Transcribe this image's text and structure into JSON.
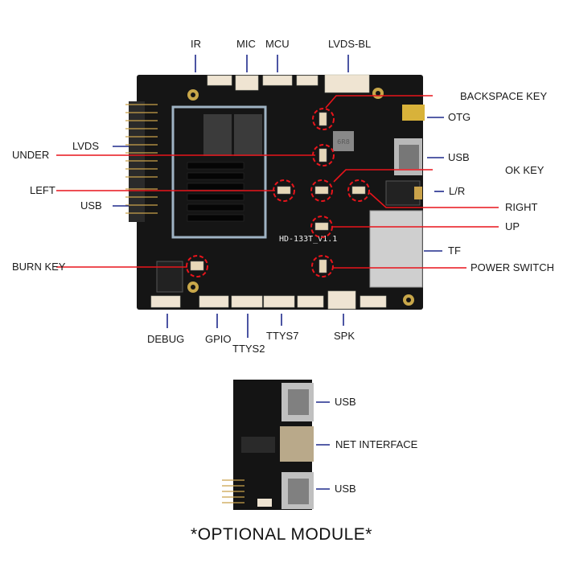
{
  "board": {
    "silkscreen": "HD-133T_V1.1",
    "inductor_marking": "6R8",
    "top_labels": {
      "ir": "IR",
      "mic": "MIC",
      "mcu": "MCU",
      "lvds_bl": "LVDS-BL"
    },
    "left_labels": {
      "under": "UNDER",
      "lvds": "LVDS",
      "left": "LEFT",
      "usb": "USB",
      "burn_key": "BURN KEY"
    },
    "right_labels": {
      "backspace_key": "BACKSPACE KEY",
      "otg": "OTG",
      "usb": "USB",
      "ok_key": "OK KEY",
      "lr": "L/R",
      "right": "RIGHT",
      "up": "UP",
      "tf": "TF",
      "power_switch": "POWER SWITCH"
    },
    "bottom_labels": {
      "debug": "DEBUG",
      "gpio": "GPIO",
      "ttys2": "TTYS2",
      "ttys7": "TTYS7",
      "spk": "SPK"
    }
  },
  "module": {
    "labels": {
      "usb_top": "USB",
      "net_interface": "NET INTERFACE",
      "usb_bottom": "USB"
    },
    "caption": "*OPTIONAL MODULE*"
  },
  "colors": {
    "button_marker": "#e8141b",
    "port_marker": "#1f2a8c",
    "pcb": "#151515"
  }
}
